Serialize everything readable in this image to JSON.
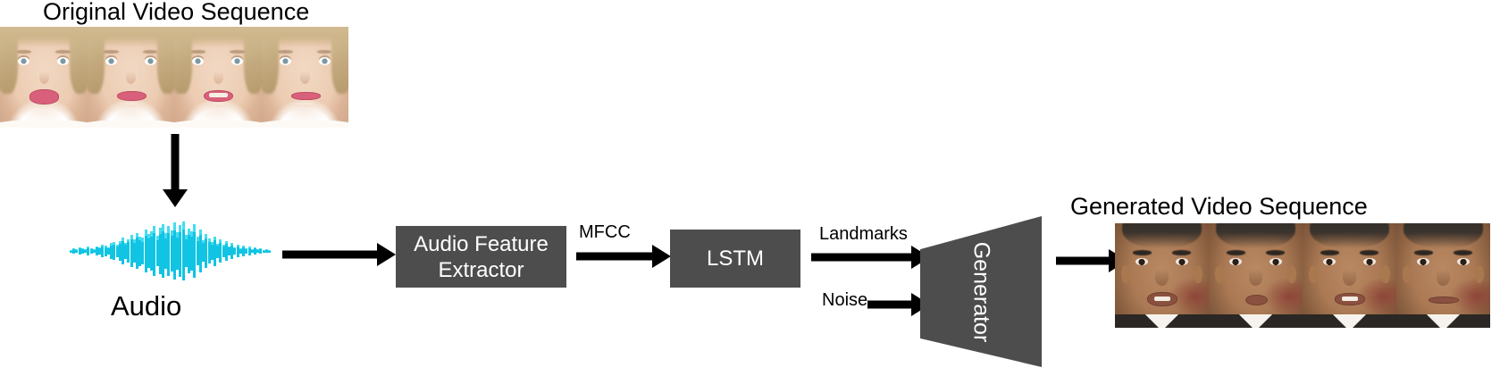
{
  "diagram": {
    "title_original": "Original Video Sequence",
    "title_generated": "Generated Video Sequence",
    "audio_label": "Audio",
    "blocks": {
      "audio_feature_extractor": "Audio Feature\nExtractor",
      "audio_feature_extractor_line1": "Audio Feature",
      "audio_feature_extractor_line2": "Extractor",
      "lstm": "LSTM",
      "generator": "Generator"
    },
    "edges": {
      "mfcc": "MFCC",
      "landmarks": "Landmarks",
      "noise": "Noise"
    },
    "colors": {
      "block_fill": "#4d4d4d",
      "block_text": "#ffffff",
      "waveform": "#11c4e3",
      "waveform_highlight": "#45dcf0",
      "arrow": "#000000",
      "background": "#ffffff",
      "text": "#000000"
    },
    "original_frames": [
      {
        "subject": "female-speaker",
        "expression": "mouth-open-wide"
      },
      {
        "subject": "female-speaker",
        "expression": "mouth-slightly-open"
      },
      {
        "subject": "female-speaker",
        "expression": "teeth-visible"
      },
      {
        "subject": "female-speaker",
        "expression": "mouth-closed"
      }
    ],
    "generated_frames": [
      {
        "subject": "male-speaker",
        "expression": "mouth-open-speaking"
      },
      {
        "subject": "male-speaker",
        "expression": "lips-rounded"
      },
      {
        "subject": "male-speaker",
        "expression": "teeth-visible"
      },
      {
        "subject": "male-speaker",
        "expression": "mouth-closed"
      }
    ],
    "waveform_bars": [
      4,
      8,
      6,
      12,
      9,
      5,
      14,
      10,
      7,
      16,
      12,
      22,
      18,
      11,
      26,
      30,
      20,
      34,
      46,
      28,
      40,
      56,
      38,
      62,
      50,
      44,
      72,
      58,
      66,
      86,
      52,
      78,
      92,
      60,
      84,
      70,
      96,
      64,
      88,
      100,
      54,
      76,
      68,
      90,
      48,
      74,
      36,
      58,
      42,
      30,
      50,
      24,
      38,
      20,
      32,
      16,
      26,
      13,
      22,
      10,
      18,
      8,
      14,
      6,
      11,
      5,
      9,
      4,
      7,
      3
    ]
  }
}
